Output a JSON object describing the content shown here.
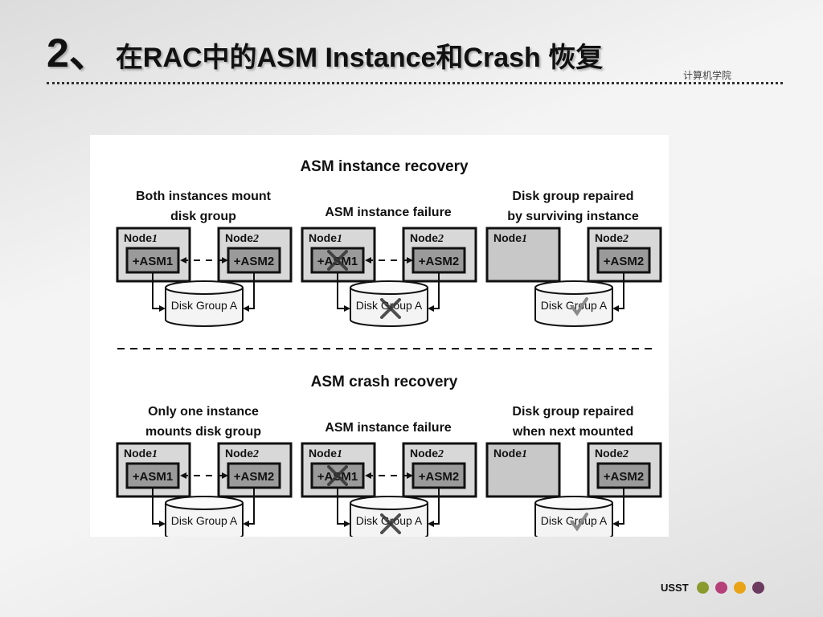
{
  "slide": {
    "number": "2、",
    "title": "在RAC中的ASM Instance和Crash 恢复",
    "college": "计算机学院",
    "footer_brand": "USST",
    "dot_colors": [
      "#8a9a2c",
      "#b5407a",
      "#e8a317",
      "#6b3a5e"
    ]
  },
  "diagram": {
    "sections": [
      {
        "title": "ASM instance recovery",
        "panels": [
          {
            "caption": [
              "Both instances mount",
              "disk group"
            ],
            "node1_label": "Node1",
            "node2_label": "Node2",
            "asm1_label": "+ASM1",
            "asm2_label": "+ASM2",
            "disk_label": "Disk Group A",
            "asm1_failed": false,
            "node1_down": false,
            "disk_state": "normal",
            "asm1_connected": true
          },
          {
            "caption": [
              "ASM instance failure"
            ],
            "node1_label": "Node1",
            "node2_label": "Node2",
            "asm1_label": "+ASM1",
            "asm2_label": "+ASM2",
            "disk_label": "Disk Group A",
            "asm1_failed": true,
            "node1_down": false,
            "disk_state": "failed",
            "asm1_connected": true
          },
          {
            "caption": [
              "Disk group repaired",
              "by surviving instance"
            ],
            "node1_label": "Node1",
            "node2_label": "Node2",
            "asm1_label": "",
            "asm2_label": "+ASM2",
            "disk_label": "Disk Group A",
            "asm1_failed": false,
            "node1_down": true,
            "disk_state": "repaired",
            "asm1_connected": false
          }
        ]
      },
      {
        "title": "ASM crash recovery",
        "panels": [
          {
            "caption": [
              "Only one instance",
              "mounts disk group"
            ],
            "node1_label": "Node1",
            "node2_label": "Node2",
            "asm1_label": "+ASM1",
            "asm2_label": "+ASM2",
            "disk_label": "Disk Group A",
            "asm1_failed": false,
            "node1_down": false,
            "disk_state": "normal",
            "asm1_connected": true
          },
          {
            "caption": [
              "ASM instance failure"
            ],
            "node1_label": "Node1",
            "node2_label": "Node2",
            "asm1_label": "+ASM1",
            "asm2_label": "+ASM2",
            "disk_label": "Disk Group A",
            "asm1_failed": true,
            "node1_down": false,
            "disk_state": "failed",
            "asm1_connected": true
          },
          {
            "caption": [
              "Disk group repaired",
              "when next mounted"
            ],
            "node1_label": "Node1",
            "node2_label": "Node2",
            "asm1_label": "",
            "asm2_label": "+ASM2",
            "disk_label": "Disk Group A",
            "asm1_failed": false,
            "node1_down": true,
            "disk_state": "repaired",
            "asm1_connected": false
          }
        ]
      }
    ]
  }
}
